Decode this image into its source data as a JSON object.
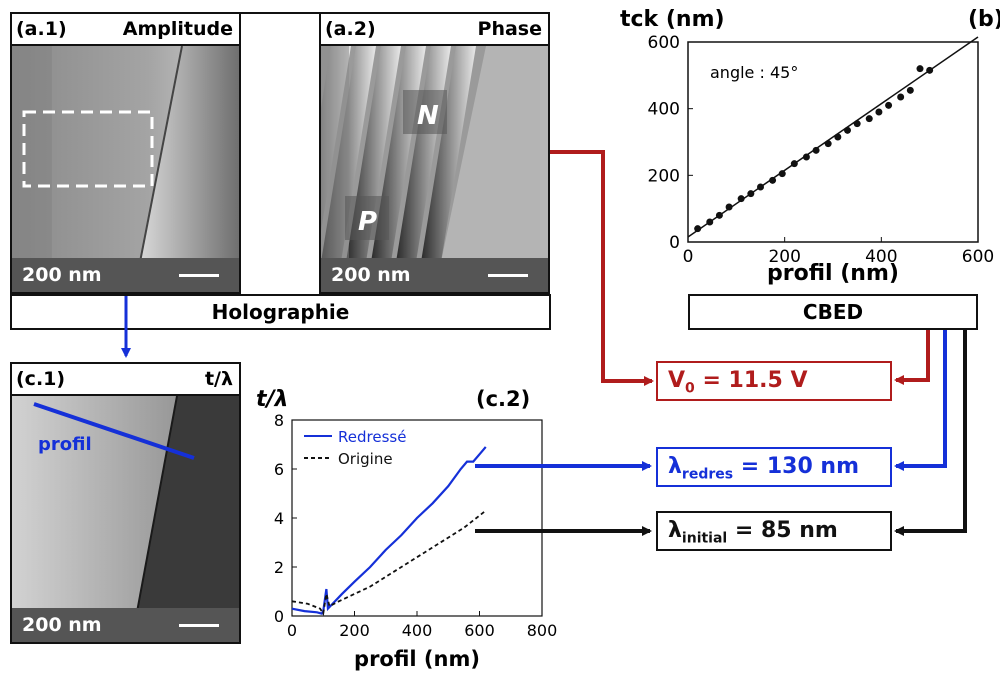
{
  "panels": {
    "a1": {
      "id": "(a.1)",
      "title": "Amplitude",
      "scale": "200 nm"
    },
    "a2": {
      "id": "(a.2)",
      "title": "Phase",
      "scale": "200 nm",
      "label_n": "N",
      "label_p": "P"
    },
    "c1": {
      "id": "(c.1)",
      "title": "t/λ",
      "scale": "200 nm",
      "profile_label": "profil"
    }
  },
  "holographie": "Holographie",
  "cbed": "CBED",
  "results": {
    "v0": {
      "sym": "V",
      "sub": "0",
      "text": " = 11.5 V",
      "color": "#b01c1c"
    },
    "lam_redres": {
      "sym": "λ",
      "sub": "redres",
      "text": " = 130 nm",
      "color": "#1530d8"
    },
    "lam_initial": {
      "sym": "λ",
      "sub": "initial",
      "text": " = 85 nm",
      "color": "#111111"
    }
  },
  "chart_data": [
    {
      "panel": "(b)",
      "type": "scatter",
      "ylabel": "tck (nm)",
      "xlabel": "profil (nm)",
      "annotation": "angle : 45°",
      "xlim": [
        0,
        600
      ],
      "ylim": [
        0,
        600
      ],
      "xticks": [
        0,
        200,
        400,
        600
      ],
      "yticks": [
        0,
        200,
        400,
        600
      ],
      "points": [
        [
          20,
          40
        ],
        [
          45,
          60
        ],
        [
          65,
          80
        ],
        [
          85,
          105
        ],
        [
          110,
          130
        ],
        [
          130,
          145
        ],
        [
          150,
          165
        ],
        [
          175,
          185
        ],
        [
          195,
          205
        ],
        [
          220,
          235
        ],
        [
          245,
          255
        ],
        [
          265,
          275
        ],
        [
          290,
          295
        ],
        [
          310,
          315
        ],
        [
          330,
          335
        ],
        [
          350,
          355
        ],
        [
          375,
          370
        ],
        [
          395,
          390
        ],
        [
          415,
          410
        ],
        [
          440,
          435
        ],
        [
          460,
          455
        ],
        [
          480,
          520
        ],
        [
          500,
          515
        ]
      ],
      "fit_line": [
        [
          0,
          15
        ],
        [
          600,
          615
        ]
      ]
    },
    {
      "panel": "(c.2)",
      "type": "line",
      "ylabel": "t/λ",
      "xlabel": "profil (nm)",
      "xlim": [
        0,
        800
      ],
      "ylim": [
        0,
        8
      ],
      "xticks": [
        0,
        200,
        400,
        600,
        800
      ],
      "yticks": [
        0,
        2,
        4,
        6,
        8
      ],
      "legend_position": "top-left",
      "series": [
        {
          "name": "Redressé",
          "color": "#1530d8",
          "dash": "",
          "points": [
            [
              0,
              0.3
            ],
            [
              40,
              0.2
            ],
            [
              80,
              0.15
            ],
            [
              95,
              0.1
            ],
            [
              100,
              0.2
            ],
            [
              110,
              1.1
            ],
            [
              115,
              0.3
            ],
            [
              130,
              0.5
            ],
            [
              160,
              0.9
            ],
            [
              200,
              1.4
            ],
            [
              250,
              2.0
            ],
            [
              300,
              2.7
            ],
            [
              350,
              3.3
            ],
            [
              400,
              4.0
            ],
            [
              450,
              4.6
            ],
            [
              500,
              5.3
            ],
            [
              540,
              6.0
            ],
            [
              560,
              6.3
            ],
            [
              580,
              6.3
            ],
            [
              600,
              6.6
            ],
            [
              620,
              6.9
            ]
          ]
        },
        {
          "name": "Origine",
          "color": "#111111",
          "dash": "4,3",
          "points": [
            [
              0,
              0.6
            ],
            [
              50,
              0.5
            ],
            [
              90,
              0.3
            ],
            [
              100,
              0.1
            ],
            [
              110,
              0.9
            ],
            [
              120,
              0.4
            ],
            [
              150,
              0.6
            ],
            [
              200,
              0.9
            ],
            [
              250,
              1.2
            ],
            [
              300,
              1.6
            ],
            [
              350,
              2.0
            ],
            [
              400,
              2.4
            ],
            [
              450,
              2.8
            ],
            [
              500,
              3.2
            ],
            [
              550,
              3.6
            ],
            [
              600,
              4.1
            ],
            [
              620,
              4.3
            ]
          ]
        }
      ]
    }
  ]
}
